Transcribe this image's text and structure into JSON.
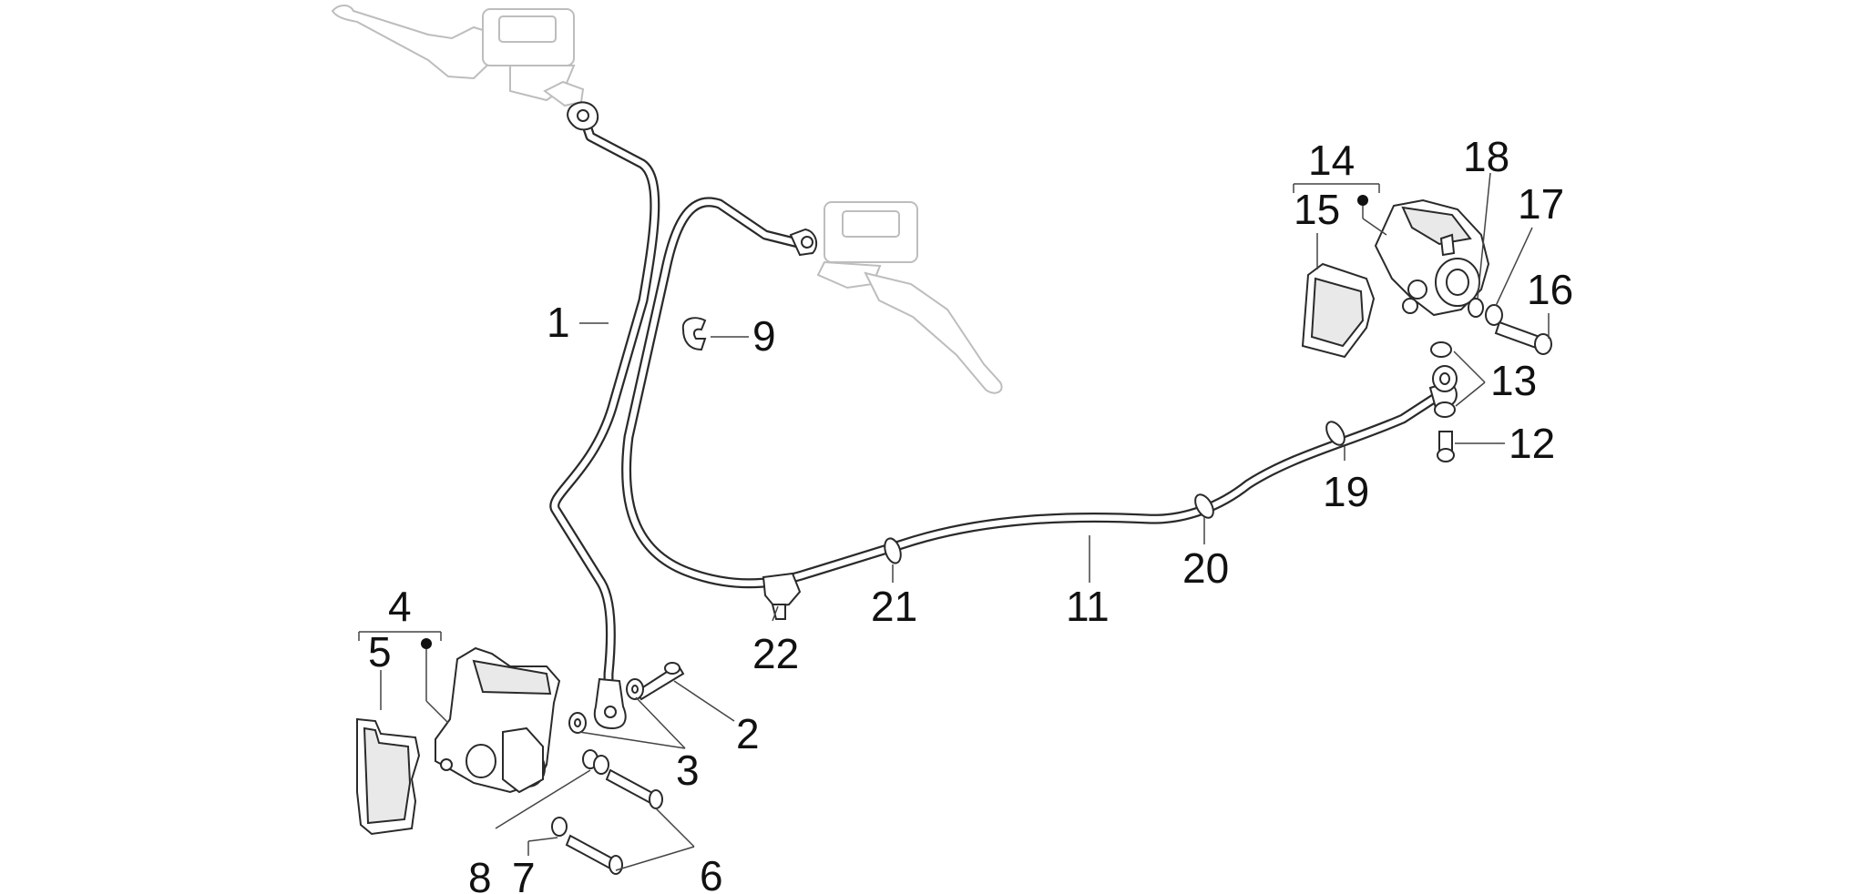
{
  "diagram": {
    "callouts": {
      "c1": "1",
      "c2": "2",
      "c3": "3",
      "c4": "4",
      "c5": "5",
      "c6": "6",
      "c7": "7",
      "c8": "8",
      "c9": "9",
      "c11": "11",
      "c12": "12",
      "c13": "13",
      "c14": "14",
      "c15": "15",
      "c16": "16",
      "c17": "17",
      "c18": "18",
      "c19": "19",
      "c20": "20",
      "c21": "21",
      "c22": "22"
    }
  },
  "colors": {
    "line": "#2a2a2a",
    "ghost_parts": "#bdbdbd",
    "background": "#ffffff",
    "text": "#111111"
  }
}
